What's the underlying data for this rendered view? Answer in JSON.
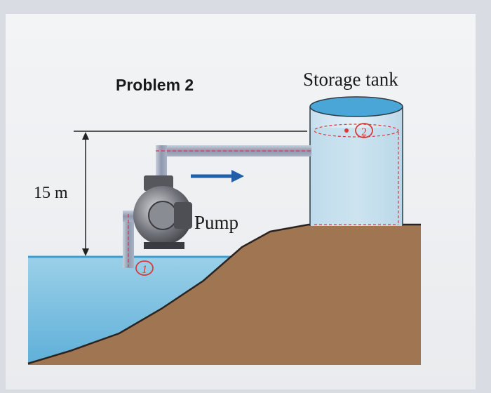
{
  "title": "Problem 2",
  "storage_tank_label": "Storage tank",
  "height_label": "15 m",
  "pump_label": "Pump",
  "point_1_label": "1",
  "point_2_label": "2",
  "flow_direction": "right",
  "colors": {
    "water": "#8ec8e4",
    "water_surface": "#3aa0d4",
    "ground": "#a07552",
    "pipe": "#9aa3b8",
    "arrow": "#1f5ea8",
    "annotation": "#d83a3a",
    "pump_body": "#6d6f75"
  }
}
